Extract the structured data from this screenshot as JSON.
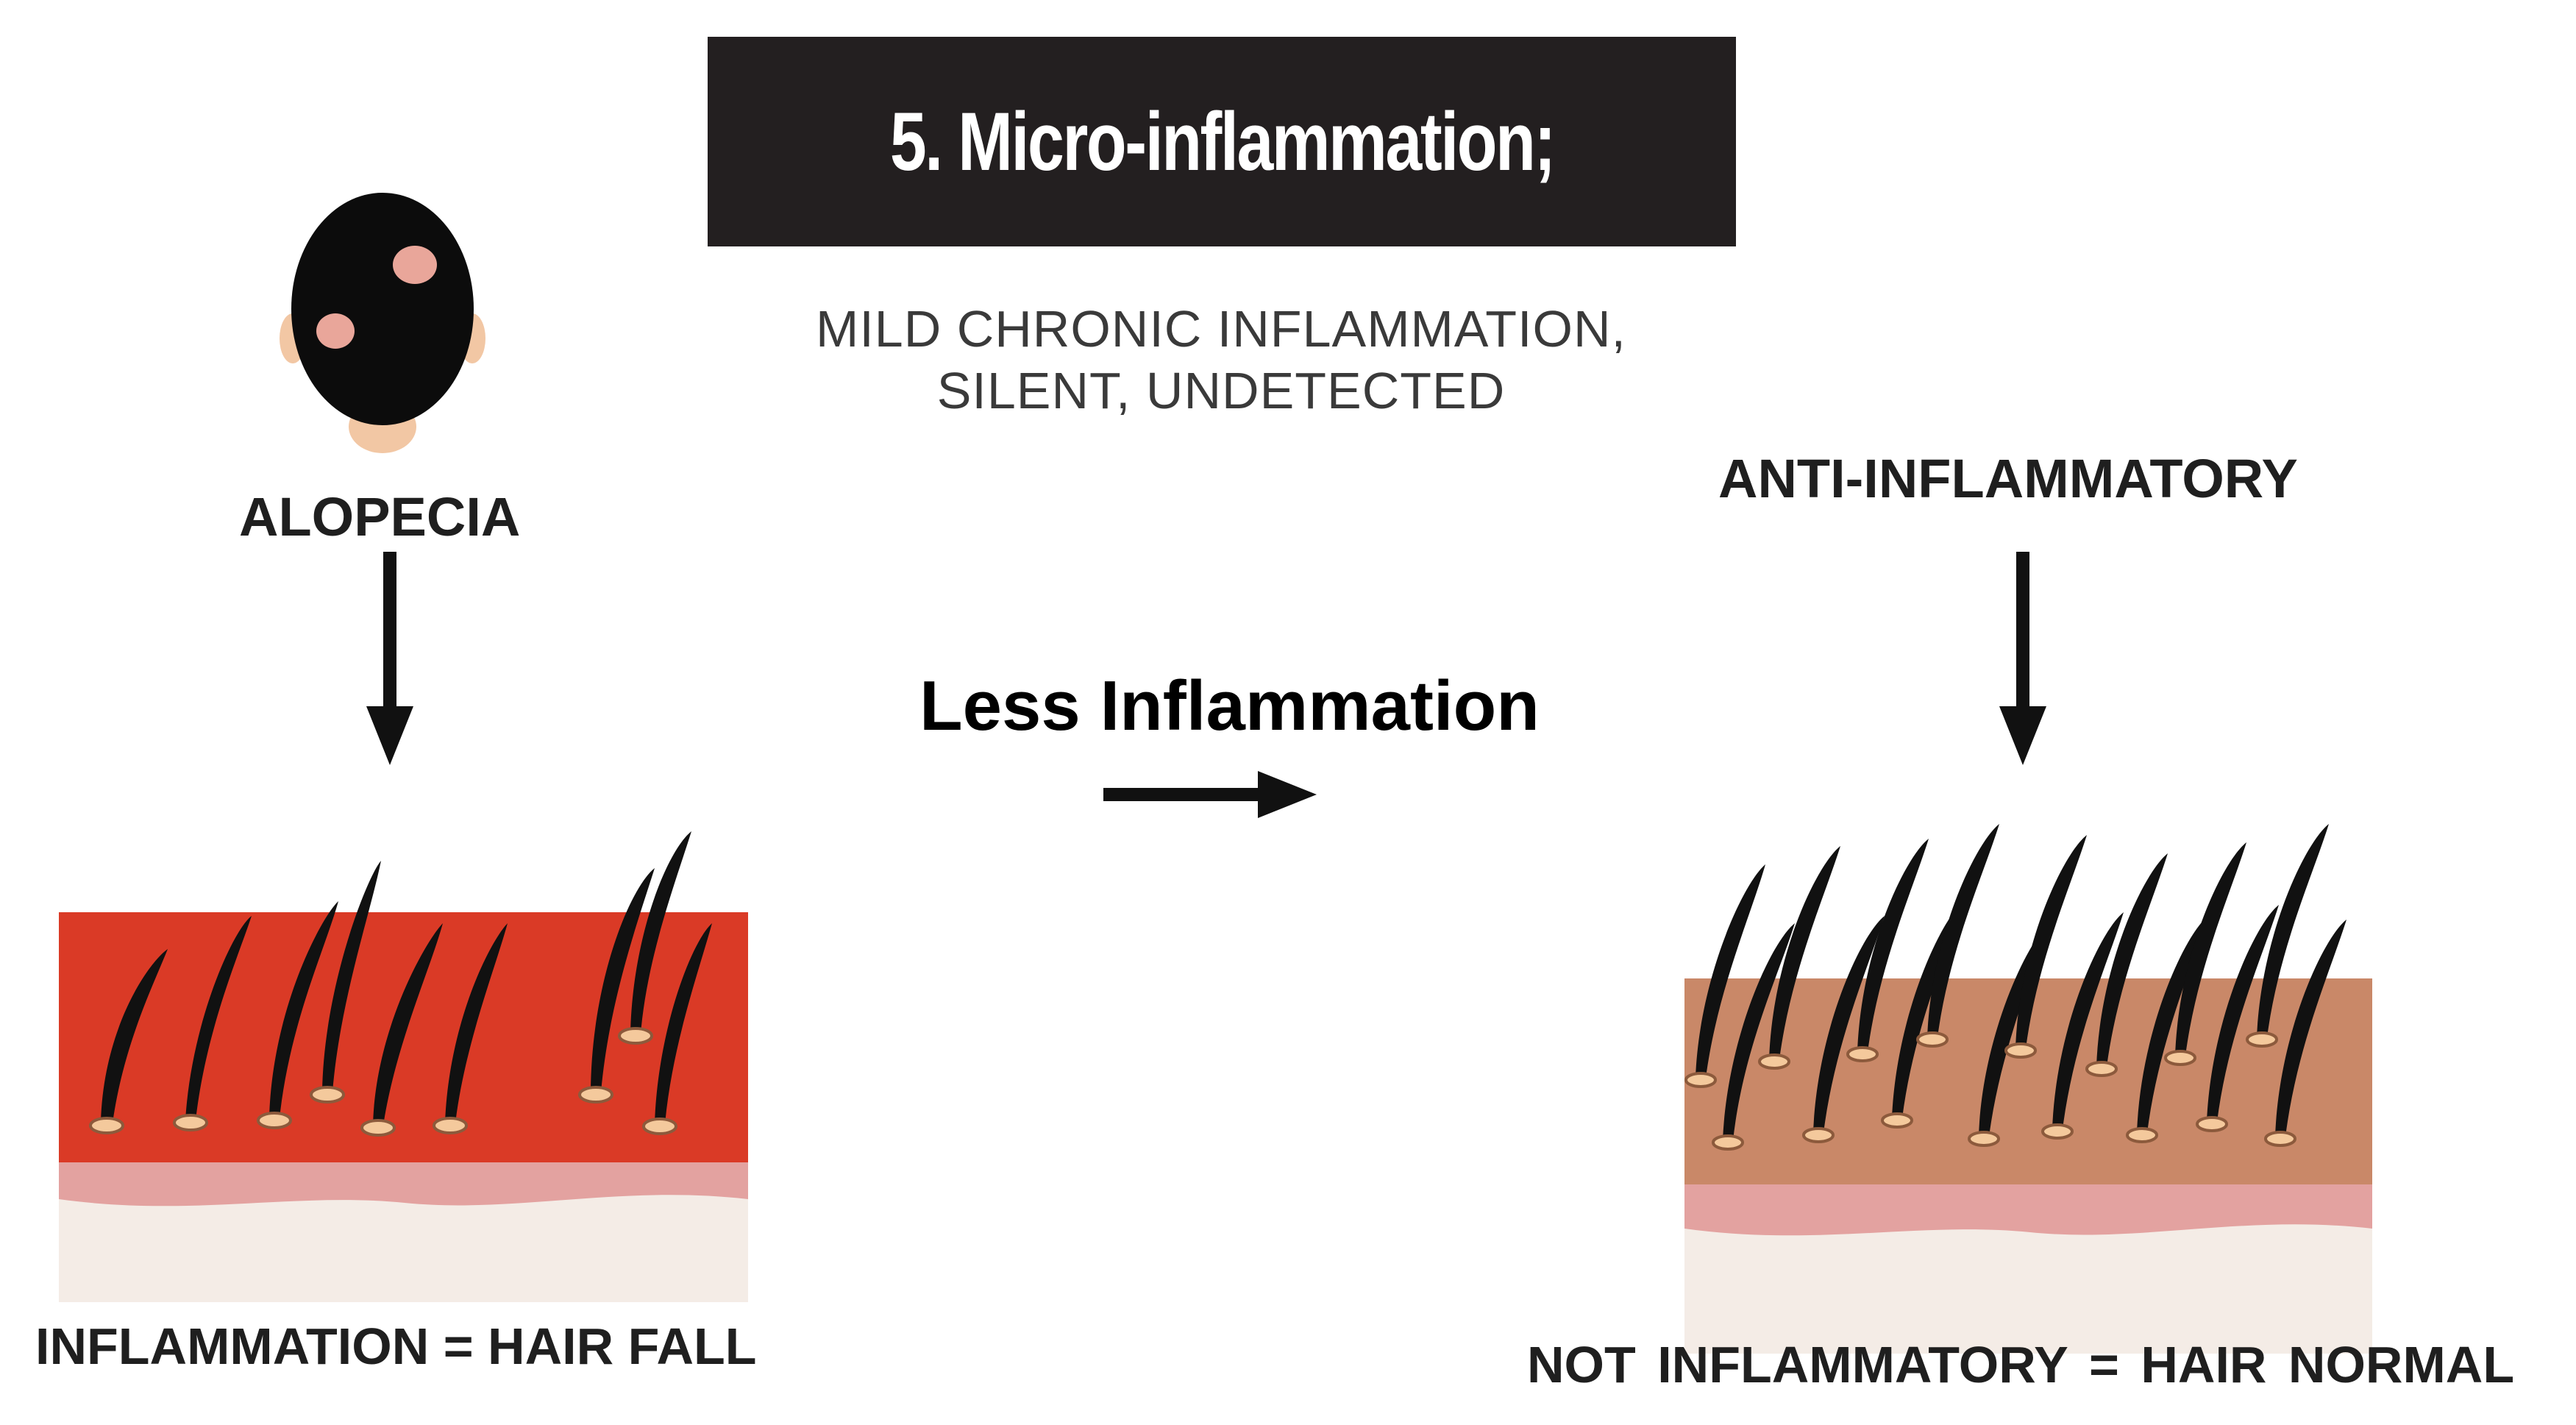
{
  "title": "5. Micro-inflammation;",
  "subtitle": {
    "line1": "MILD CHRONIC INFLAMMATION,",
    "line2": "SILENT, UNDETECTED"
  },
  "left": {
    "top_label": "ALOPECIA",
    "bottom_label": "INFLAMMATION = HAIR FALL",
    "skin_color": "#da3a26"
  },
  "center": {
    "label": "Less Inflammation"
  },
  "right": {
    "top_label": "ANTI-INFLAMMATORY",
    "bottom_label": "NOT  INFLAMMATORY = HAIR NORMAL",
    "skin_color": "#c98868"
  },
  "colors": {
    "title_bg": "#231f20",
    "hair": "#111111",
    "follicle": "#f4c99c",
    "dermis": "#e3a2a0",
    "subcutis": "#f4ece6"
  }
}
